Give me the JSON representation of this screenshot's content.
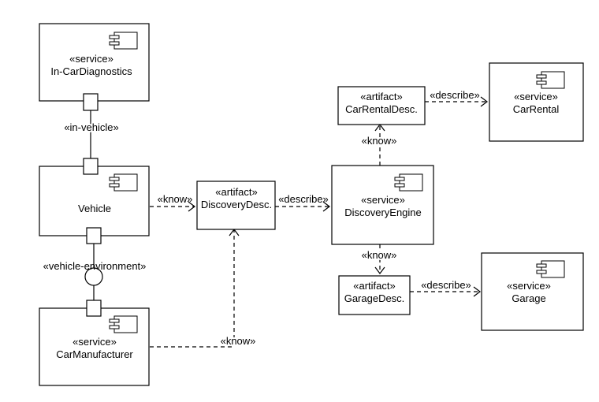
{
  "components": {
    "in_car_diagnostics": {
      "stereotype": "«service»",
      "name": "In-CarDiagnostics",
      "icon": "component-icon"
    },
    "vehicle": {
      "name": "Vehicle",
      "icon": "component-icon"
    },
    "car_manufacturer": {
      "stereotype": "«service»",
      "name": "CarManufacturer",
      "icon": "component-icon"
    },
    "discovery_engine": {
      "stereotype": "«service»",
      "name": "DiscoveryEngine",
      "icon": "component-icon"
    },
    "car_rental": {
      "stereotype": "«service»",
      "name": "CarRental",
      "icon": "component-icon"
    },
    "garage": {
      "stereotype": "«service»",
      "name": "Garage",
      "icon": "component-icon"
    }
  },
  "artifacts": {
    "discovery_desc": {
      "stereotype": "«artifact»",
      "name": "DiscoveryDesc."
    },
    "car_rental_desc": {
      "stereotype": "«artifact»",
      "name": "CarRentalDesc."
    },
    "garage_desc": {
      "stereotype": "«artifact»",
      "name": "GarageDesc."
    }
  },
  "connectors": {
    "in_vehicle": "«in-vehicle»",
    "vehicle_environment": "«vehicle-environment»",
    "vehicle_know_discovery": "«know»",
    "discovery_describe_engine": "«describe»",
    "engine_know_rental": "«know»",
    "rental_describe_service": "«describe»",
    "engine_know_garage": "«know»",
    "garage_describe_service": "«describe»",
    "manufacturer_know_discovery": "«know»"
  }
}
